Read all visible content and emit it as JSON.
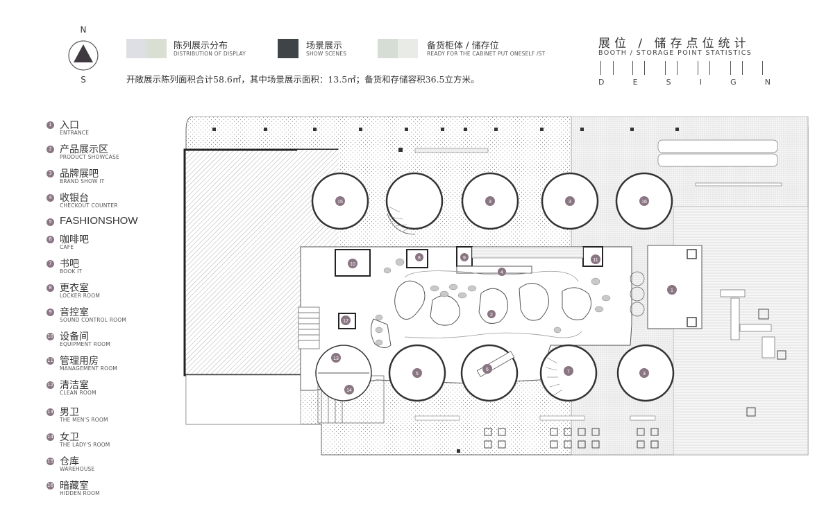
{
  "compass": {
    "north": "N",
    "south": "S"
  },
  "legend": [
    {
      "cn": "陈列展示分布",
      "en": "DISTRIBUTION OF DISPLAY",
      "colors": [
        "#dedfe4",
        "#d9dfd3"
      ]
    },
    {
      "cn": "场景展示",
      "en": "SHOW SCENES",
      "colors": [
        "#3f4448"
      ]
    },
    {
      "cn": "备货柜体 / 储存位",
      "en": "READY FOR THE CABINET PUT ONESELF /ST",
      "colors": [
        "#d6ddd4",
        "#e9ece6"
      ]
    }
  ],
  "summary": "开敞展示陈列面积合计58.6㎡，其中场景展示面积：13.5㎡；备货和存储容积36.5立方米。",
  "title": {
    "cn": "展位 / 储存点位统计",
    "en": "BOOTH / STORAGE POINT STATISTICS",
    "design_letters": [
      "D",
      "E",
      "S",
      "I",
      "G",
      "N"
    ]
  },
  "rooms": [
    {
      "num": "1",
      "cn": "入口",
      "en": "ENTRANCE"
    },
    {
      "num": "2",
      "cn": "产品展示区",
      "en": "PRODUCT SHOWCASE"
    },
    {
      "num": "3",
      "cn": "品牌展吧",
      "en": "BRAND SHOW IT"
    },
    {
      "num": "4",
      "cn": "收银台",
      "en": "CHECKOUT COUNTER"
    },
    {
      "num": "5",
      "cn": "FASHIONSHOW",
      "en": ""
    },
    {
      "num": "6",
      "cn": "咖啡吧",
      "en": "CAFE"
    },
    {
      "num": "7",
      "cn": "书吧",
      "en": "BOOK IT"
    },
    {
      "num": "8",
      "cn": "更衣室",
      "en": "LOCKER ROOM"
    },
    {
      "num": "9",
      "cn": "音控室",
      "en": "SOUND CONTROL ROOM"
    },
    {
      "num": "10",
      "cn": "设备间",
      "en": "EQUIPMENT ROOM"
    },
    {
      "num": "11",
      "cn": "管理用房",
      "en": "MANAGEMENT ROOM"
    },
    {
      "num": "12",
      "cn": "清洁室",
      "en": "CLEAN ROOM"
    },
    {
      "num": "13",
      "cn": "男卫",
      "en": "THE MEN'S ROOM"
    },
    {
      "num": "14",
      "cn": "女卫",
      "en": "THE LADY'S ROOM"
    },
    {
      "num": "15",
      "cn": "仓库",
      "en": "WAREHOUSE"
    },
    {
      "num": "16",
      "cn": "暗藏室",
      "en": "HIDDEN ROOM"
    }
  ],
  "plan_marks": {
    "15": "15",
    "16": "16",
    "3a": "3",
    "3b": "3",
    "3c": "3",
    "1": "1",
    "2": "2",
    "4": "4",
    "5": "5",
    "6": "6",
    "7": "7",
    "8": "8",
    "9": "9",
    "10": "10",
    "11": "11",
    "12": "12",
    "13": "13",
    "14": "14"
  },
  "colors": {
    "marker": "#8a7583",
    "dark": "#3f4448"
  }
}
